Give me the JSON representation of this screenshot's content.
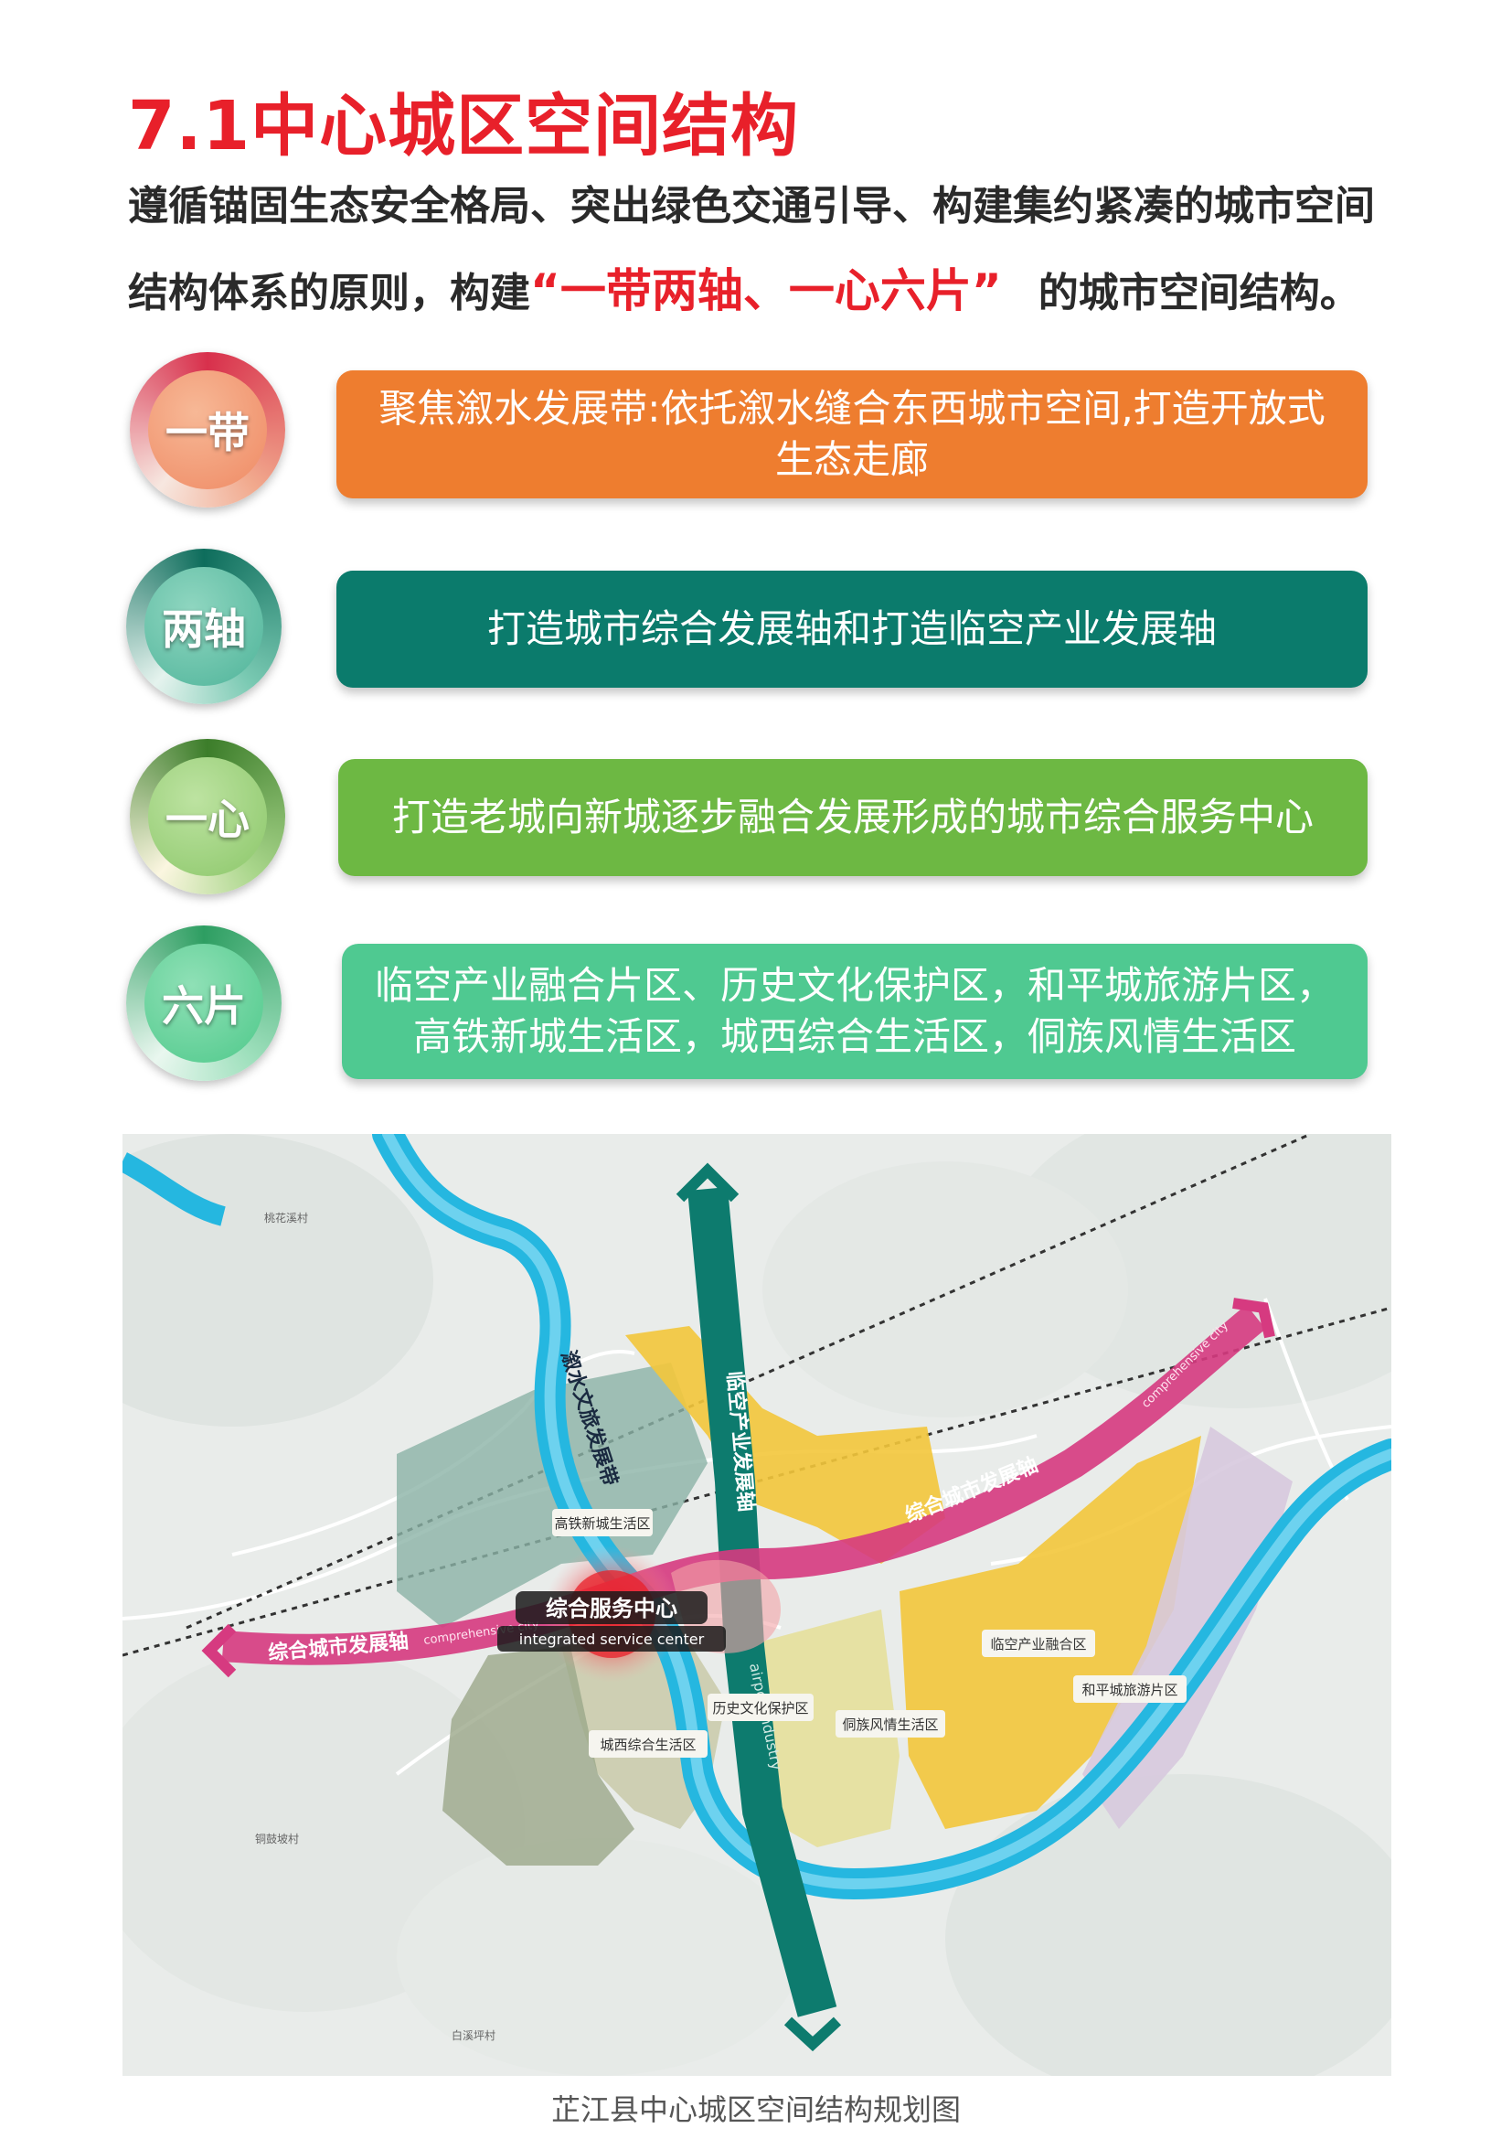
{
  "title": "7.1中心城区空间结构",
  "intro": {
    "line1": "遵循锚固生态安全格局、突出绿色交通引导、构建集约紧凑的城市空间",
    "line2_pre": "结构体系的原则，构建",
    "line2_highlight": "“一带两轴、一心六片”",
    "line2_post": "的城市空间结构。"
  },
  "colors": {
    "title_red": "#e8202a",
    "orange": "#ee7d2f",
    "teal": "#0b7b6c",
    "green": "#6db843",
    "mint": "#4fc991"
  },
  "items": [
    {
      "badge": "一带",
      "text_line1": "聚焦溆水发展带:依托溆水缝合东西城市空间,打造开放式",
      "text_line2": "生态走廊"
    },
    {
      "badge": "两轴",
      "text_line1": "打造城市综合发展轴和打造临空产业发展轴",
      "text_line2": ""
    },
    {
      "badge": "一心",
      "text_line1": "打造老城向新城逐步融合发展形成的城市综合服务中心",
      "text_line2": ""
    },
    {
      "badge": "六片",
      "text_line1": "临空产业融合片区、历史文化保护区，和平城旅游片区，",
      "text_line2": "高铁新城生活区，城西综合生活区，侗族风情生活区"
    }
  ],
  "map": {
    "villages": [
      "桃花溪村",
      "铜鼓坡村",
      "白溪坪村"
    ],
    "river_label": "溆水文旅发展带",
    "airport_axis_label": "临空产业发展轴",
    "airport_axis_en": "airportindustry",
    "city_axis_label_left": "综合城市发展轴",
    "city_axis_label_right": "综合城市发展轴",
    "city_axis_en_left": "comprehensive city",
    "city_axis_en_right": "comprehensive city",
    "center_cn": "综合服务中心",
    "center_en": "integrated service center",
    "zones": [
      "高铁新城生活区",
      "历史文化保护区",
      "城西综合生活区",
      "侗族风情生活区",
      "临空产业融合区",
      "和平城旅游片区"
    ]
  },
  "caption": "芷江县中心城区空间结构规划图"
}
